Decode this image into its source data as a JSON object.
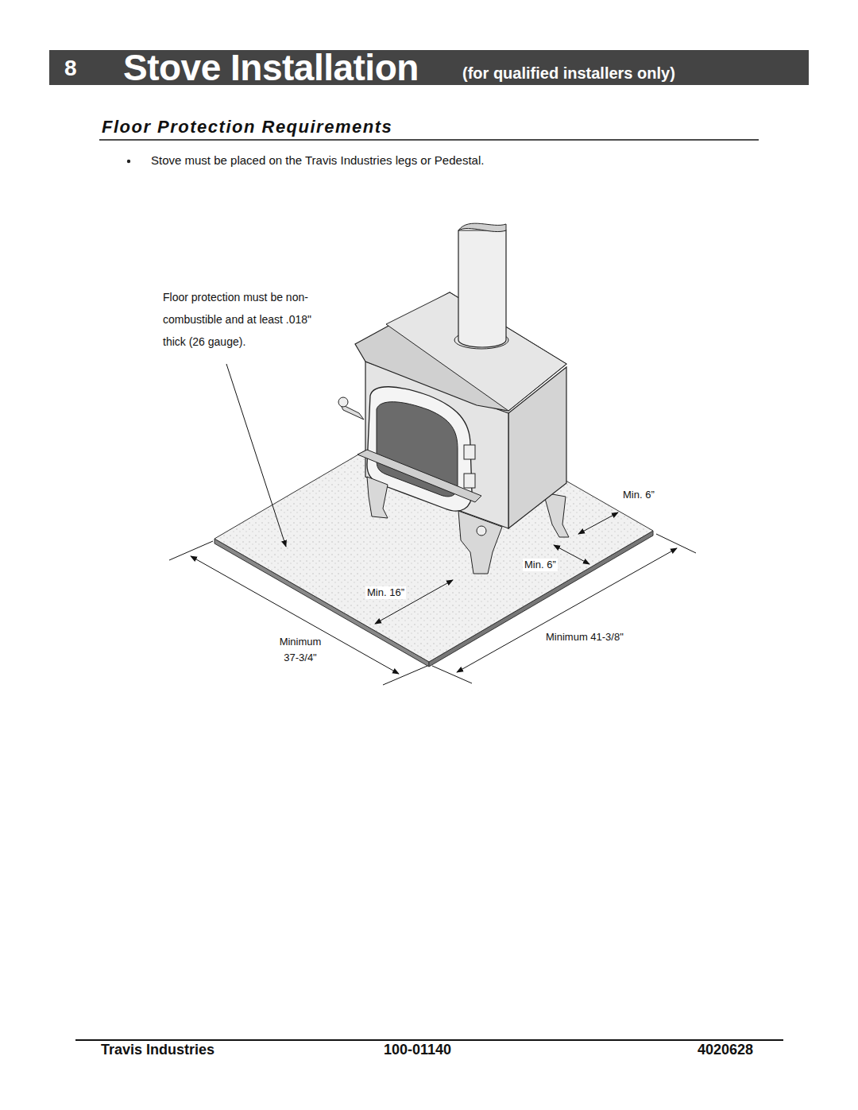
{
  "diagram": {
    "title": "Stove Installation",
    "labels": [
      "8",
      "(for qualified installers only)",
      "Floor Protection Requirements",
      "Stove must be placed on the Travis Industries legs or Pedestal.",
      "Floor protection must be non-combustible and at least .018\" thick (26 gauge).",
      "Min. 6”",
      "Min. 6”",
      "Min. 16”",
      "Minimum 37-3/4\"",
      "Minimum 41-3/8\"",
      "Travis Industries",
      "100-01140",
      "4020628"
    ]
  }
}
